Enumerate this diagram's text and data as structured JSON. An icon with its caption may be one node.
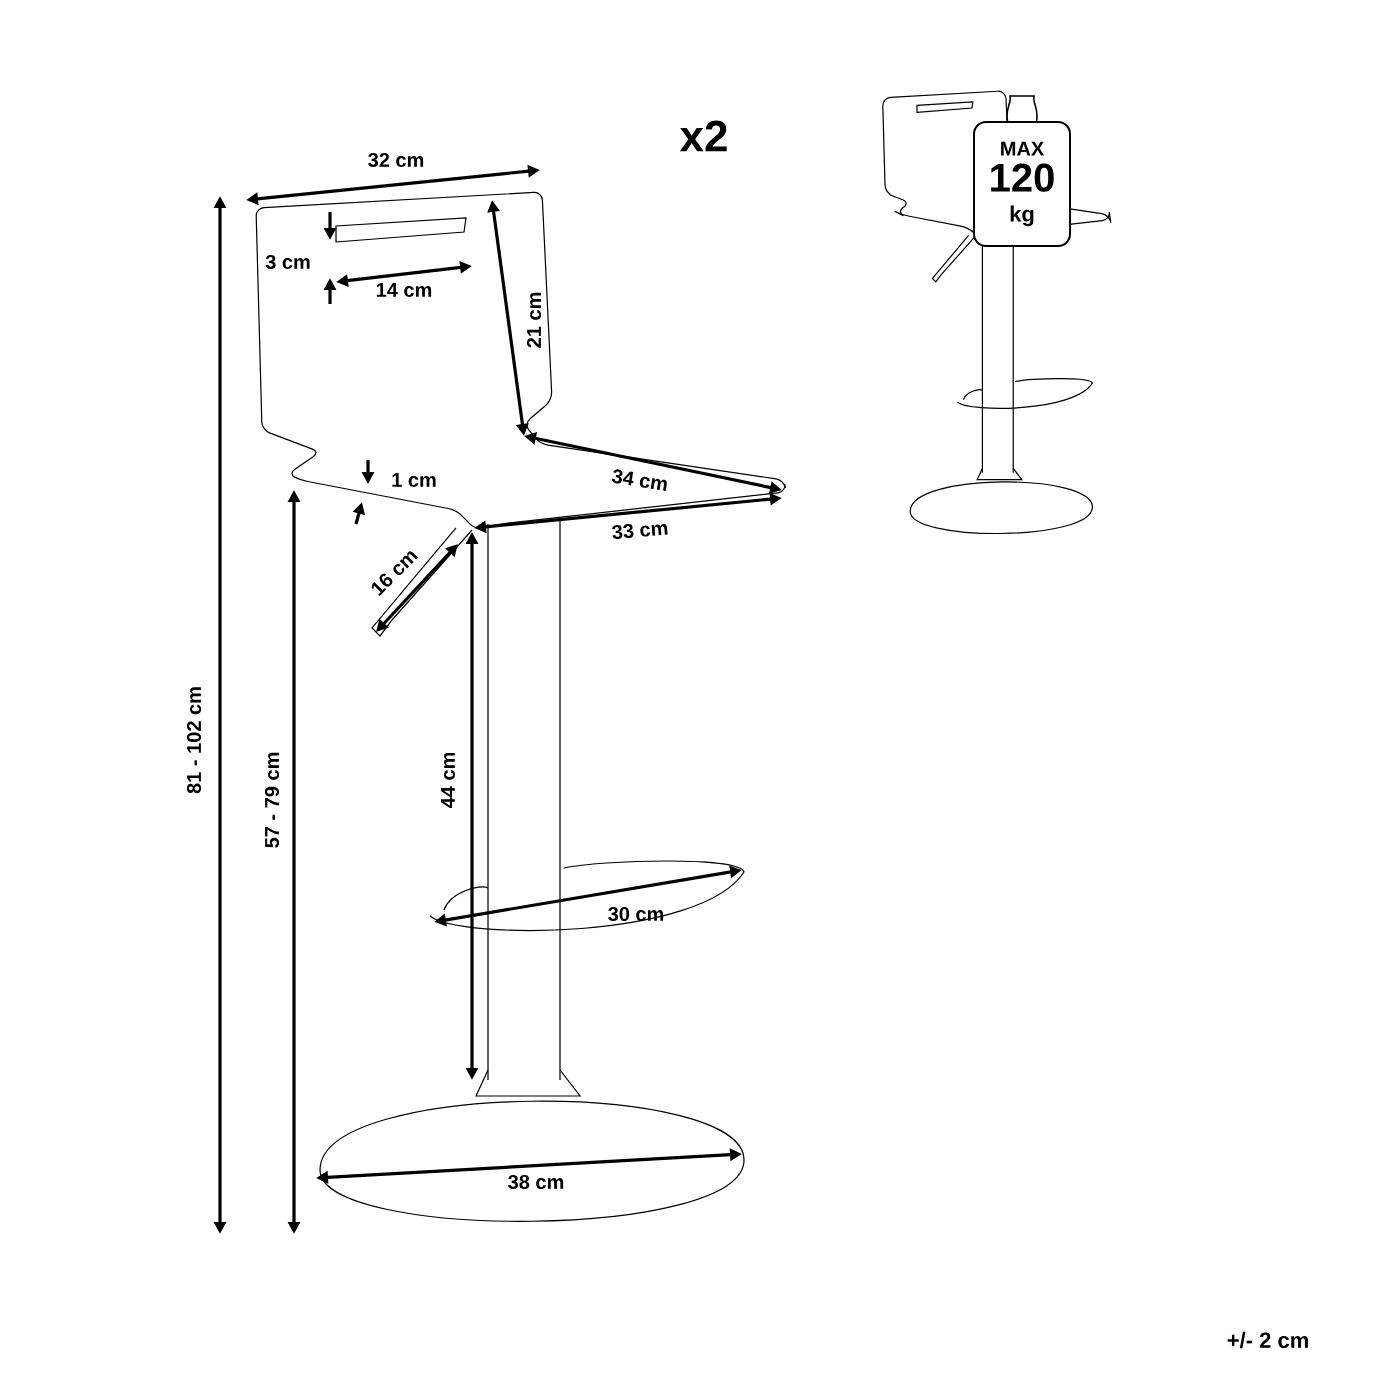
{
  "diagram": {
    "nodes": [
      {
        "text": [
          "MAX",
          "120",
          "kg"
        ]
      }
    ],
    "labels": [
      "32 cm",
      "x2",
      "3 cm",
      "14 cm",
      "21 cm",
      "1 cm",
      "34 cm",
      "16 cm",
      "33 cm",
      "81 - 102 cm",
      "57 - 79 cm",
      "44 cm",
      "30 cm",
      "38 cm",
      "+/- 2 cm"
    ]
  }
}
